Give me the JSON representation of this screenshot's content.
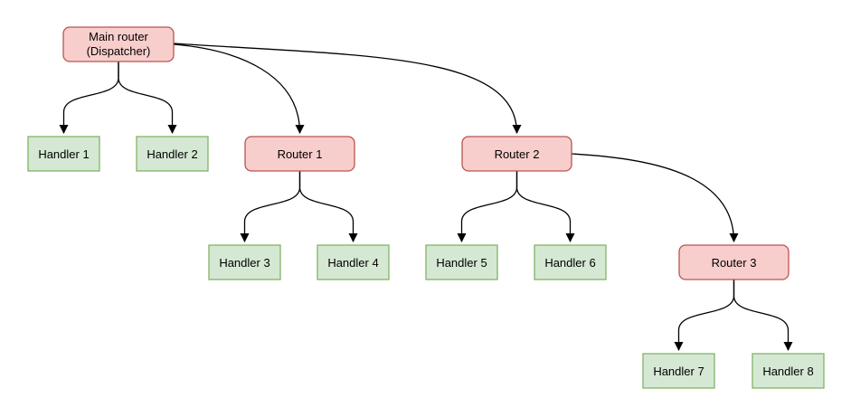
{
  "diagram": {
    "background_color": "#ffffff",
    "colors": {
      "router_fill": "#f8cecc",
      "router_stroke": "#b85450",
      "handler_fill": "#d5e8d4",
      "handler_stroke": "#82b366",
      "edge_stroke": "#000000",
      "text": "#000000"
    },
    "nodes": {
      "main_router": {
        "type": "router",
        "label": "Main router (Dispatcher)",
        "line1": "Main router",
        "line2": "(Dispatcher)"
      },
      "router_1": {
        "type": "router",
        "label": "Router 1"
      },
      "router_2": {
        "type": "router",
        "label": "Router 2"
      },
      "router_3": {
        "type": "router",
        "label": "Router 3"
      },
      "handler_1": {
        "type": "handler",
        "label": "Handler 1"
      },
      "handler_2": {
        "type": "handler",
        "label": "Handler 2"
      },
      "handler_3": {
        "type": "handler",
        "label": "Handler 3"
      },
      "handler_4": {
        "type": "handler",
        "label": "Handler 4"
      },
      "handler_5": {
        "type": "handler",
        "label": "Handler 5"
      },
      "handler_6": {
        "type": "handler",
        "label": "Handler 6"
      },
      "handler_7": {
        "type": "handler",
        "label": "Handler 7"
      },
      "handler_8": {
        "type": "handler",
        "label": "Handler 8"
      }
    },
    "edges": [
      {
        "from": "main_router",
        "to": "handler_1"
      },
      {
        "from": "main_router",
        "to": "handler_2"
      },
      {
        "from": "main_router",
        "to": "router_1"
      },
      {
        "from": "main_router",
        "to": "router_2"
      },
      {
        "from": "router_1",
        "to": "handler_3"
      },
      {
        "from": "router_1",
        "to": "handler_4"
      },
      {
        "from": "router_2",
        "to": "handler_5"
      },
      {
        "from": "router_2",
        "to": "handler_6"
      },
      {
        "from": "router_2",
        "to": "router_3"
      },
      {
        "from": "router_3",
        "to": "handler_7"
      },
      {
        "from": "router_3",
        "to": "handler_8"
      }
    ]
  }
}
